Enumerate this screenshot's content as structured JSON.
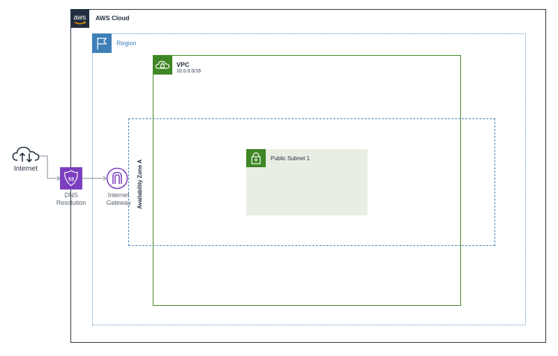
{
  "aws_cloud": {
    "label": "AWS Cloud",
    "logo_text": "aws"
  },
  "region": {
    "label": "Region"
  },
  "vpc": {
    "label": "VPC",
    "cidr": "10.0.0.0/16"
  },
  "availability_zone": {
    "label": "Availability Zone A"
  },
  "subnet": {
    "label": "Public Subnet 1"
  },
  "internet": {
    "label": "Internet",
    "icon": "cloud-upload-download-icon"
  },
  "dns": {
    "line1": "DNS",
    "line2": "Resolution",
    "icon": "route53-icon",
    "badge": "53"
  },
  "gateway": {
    "line1": "Internet",
    "line2": "Gateway",
    "icon": "internet-gateway-icon"
  },
  "colors": {
    "squid_ink": "#232f3e",
    "region_blue": "#3f7fb8",
    "vpc_green": "#3f8624",
    "route53_purple": "#7b3fbf",
    "subnet_fill": "#e8eee3"
  }
}
